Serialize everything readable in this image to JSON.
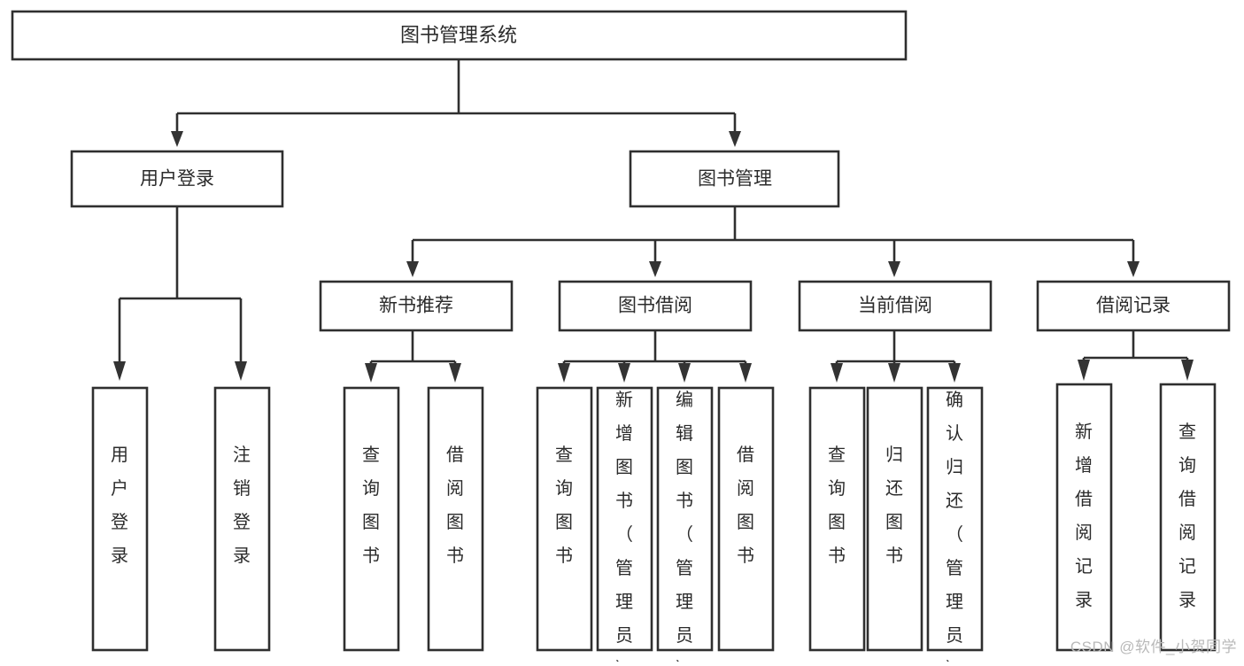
{
  "diagram": {
    "title": "图书管理系统",
    "watermark": "CSDN @软件_小贺同学",
    "colors": {
      "background": "#ffffff",
      "box_fill": "#ffffff",
      "box_stroke": "#2f2f2f",
      "text": "#2b2b2b",
      "connector": "#2f2f2f",
      "watermark": "#b9b9b9"
    },
    "root": {
      "label": "图书管理系统"
    },
    "level1": [
      {
        "label": "用户登录"
      },
      {
        "label": "图书管理"
      }
    ],
    "level2": [
      {
        "label": "新书推荐"
      },
      {
        "label": "图书借阅"
      },
      {
        "label": "当前借阅"
      },
      {
        "label": "借阅记录"
      }
    ],
    "leaves": {
      "user_login": [
        {
          "label": "用户登录"
        },
        {
          "label": "注销登录"
        }
      ],
      "new_book_recommend": [
        {
          "label": "查询图书"
        },
        {
          "label": "借阅图书"
        }
      ],
      "book_borrow": [
        {
          "label": "查询图书"
        },
        {
          "label": "新增图书（管理员）"
        },
        {
          "label": "编辑图书（管理员）"
        },
        {
          "label": "借阅图书"
        }
      ],
      "current_borrow": [
        {
          "label": "查询图书"
        },
        {
          "label": "归还图书"
        },
        {
          "label": "确认归还（管理员）"
        }
      ],
      "borrow_record": [
        {
          "label": "新增借阅记录"
        },
        {
          "label": "查询借阅记录"
        }
      ]
    }
  },
  "chart_data": {
    "type": "table",
    "title": "图书管理系统",
    "structure": "tree / hierarchy diagram",
    "nodes": [
      {
        "id": "root",
        "label": "图书管理系统",
        "level": 0,
        "parent": null
      },
      {
        "id": "user_login",
        "label": "用户登录",
        "level": 1,
        "parent": "root"
      },
      {
        "id": "book_manage",
        "label": "图书管理",
        "level": 1,
        "parent": "root"
      },
      {
        "id": "new_book",
        "label": "新书推荐",
        "level": 2,
        "parent": "book_manage"
      },
      {
        "id": "book_borrow",
        "label": "图书借阅",
        "level": 2,
        "parent": "book_manage"
      },
      {
        "id": "current_borrow",
        "label": "当前借阅",
        "level": 2,
        "parent": "book_manage"
      },
      {
        "id": "borrow_record",
        "label": "借阅记录",
        "level": 2,
        "parent": "book_manage"
      },
      {
        "id": "l1",
        "label": "用户登录",
        "level": 3,
        "parent": "user_login"
      },
      {
        "id": "l2",
        "label": "注销登录",
        "level": 3,
        "parent": "user_login"
      },
      {
        "id": "l3",
        "label": "查询图书",
        "level": 3,
        "parent": "new_book"
      },
      {
        "id": "l4",
        "label": "借阅图书",
        "level": 3,
        "parent": "new_book"
      },
      {
        "id": "l5",
        "label": "查询图书",
        "level": 3,
        "parent": "book_borrow"
      },
      {
        "id": "l6",
        "label": "新增图书（管理员）",
        "level": 3,
        "parent": "book_borrow"
      },
      {
        "id": "l7",
        "label": "编辑图书（管理员）",
        "level": 3,
        "parent": "book_borrow"
      },
      {
        "id": "l8",
        "label": "借阅图书",
        "level": 3,
        "parent": "book_borrow"
      },
      {
        "id": "l9",
        "label": "查询图书",
        "level": 3,
        "parent": "current_borrow"
      },
      {
        "id": "l10",
        "label": "归还图书",
        "level": 3,
        "parent": "current_borrow"
      },
      {
        "id": "l11",
        "label": "确认归还（管理员）",
        "level": 3,
        "parent": "current_borrow"
      },
      {
        "id": "l12",
        "label": "新增借阅记录",
        "level": 3,
        "parent": "borrow_record"
      },
      {
        "id": "l13",
        "label": "查询借阅记录",
        "level": 3,
        "parent": "borrow_record"
      }
    ]
  }
}
